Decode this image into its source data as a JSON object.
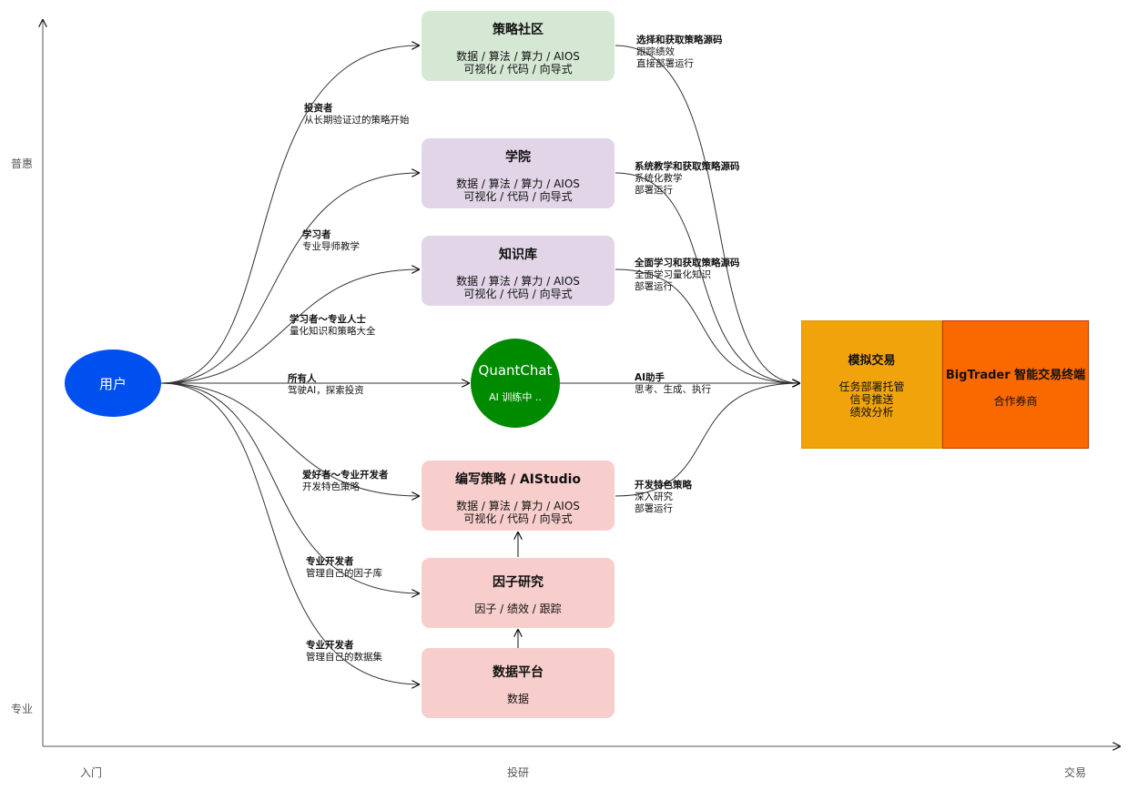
{
  "axes": {
    "y_top": "普惠",
    "y_bottom": "专业",
    "x_left": "入门",
    "x_mid": "投研",
    "x_right": "交易"
  },
  "user": {
    "label": "用户"
  },
  "boxes": {
    "community": {
      "title": "策略社区",
      "line1": "数据 / 算法 / 算力 / AIOS",
      "line2": "可视化 / 代码 / 向导式"
    },
    "academy": {
      "title": "学院",
      "line1": "数据 / 算法 / 算力 / AIOS",
      "line2": "可视化 / 代码 / 向导式"
    },
    "knowledge": {
      "title": "知识库",
      "line1": "数据 / 算法 / 算力 / AIOS",
      "line2": "可视化 / 代码 / 向导式"
    },
    "quantchat": {
      "title": "QuantChat",
      "subtitle": "AI 训练中 .."
    },
    "write": {
      "title": "编写策略 / AIStudio",
      "line1": "数据 / 算法 / 算力 / AIOS",
      "line2": "可视化 / 代码 / 向导式"
    },
    "factor": {
      "title": "因子研究",
      "line1": "因子 / 绩效 / 跟踪"
    },
    "data": {
      "title": "数据平台",
      "line1": "数据"
    }
  },
  "sim": {
    "title": "模拟交易",
    "line1": "任务部署托管",
    "line2": "信号推送",
    "line3": "绩效分析"
  },
  "bigtrader": {
    "title": "BigTrader 智能交易终端",
    "line1": "合作券商"
  },
  "left_labels": {
    "investor": {
      "title": "投资者",
      "desc": "从长期验证过的策略开始"
    },
    "learner": {
      "title": "学习者",
      "desc": "专业导师教学"
    },
    "learner_pro": {
      "title": "学习者～专业人士",
      "desc": "量化知识和策略大全"
    },
    "everyone": {
      "title": "所有人",
      "desc": "驾驶AI，探索投资"
    },
    "hobbyist": {
      "title": "爱好者～专业开发者",
      "desc": "开发特色策略"
    },
    "dev_factor": {
      "title": "专业开发者",
      "desc": "管理自己的因子库"
    },
    "dev_data": {
      "title": "专业开发者",
      "desc": "管理自己的数据集"
    }
  },
  "right_labels": {
    "community": {
      "title": "选择和获取策略源码",
      "l1": "跟踪绩效",
      "l2": "直接部署运行"
    },
    "academy": {
      "title": "系统教学和获取策略源码",
      "l1": "系统化教学",
      "l2": "部署运行"
    },
    "knowledge": {
      "title": "全面学习和获取策略源码",
      "l1": "全面学习量化知识",
      "l2": "部署运行"
    },
    "ai": {
      "title": "AI助手",
      "l1": "思考、生成、执行"
    },
    "write": {
      "title": "开发特色策略",
      "l1": "深入研究",
      "l2": "部署运行"
    }
  },
  "colors": {
    "user": "#0050ef",
    "quantchat": "#008a00",
    "sim": "#f0a30a",
    "bigtrader": "#fa6800",
    "green_box": "#d5e8d4",
    "purple_box": "#e1d5e7",
    "pink_box": "#f8cecc"
  }
}
